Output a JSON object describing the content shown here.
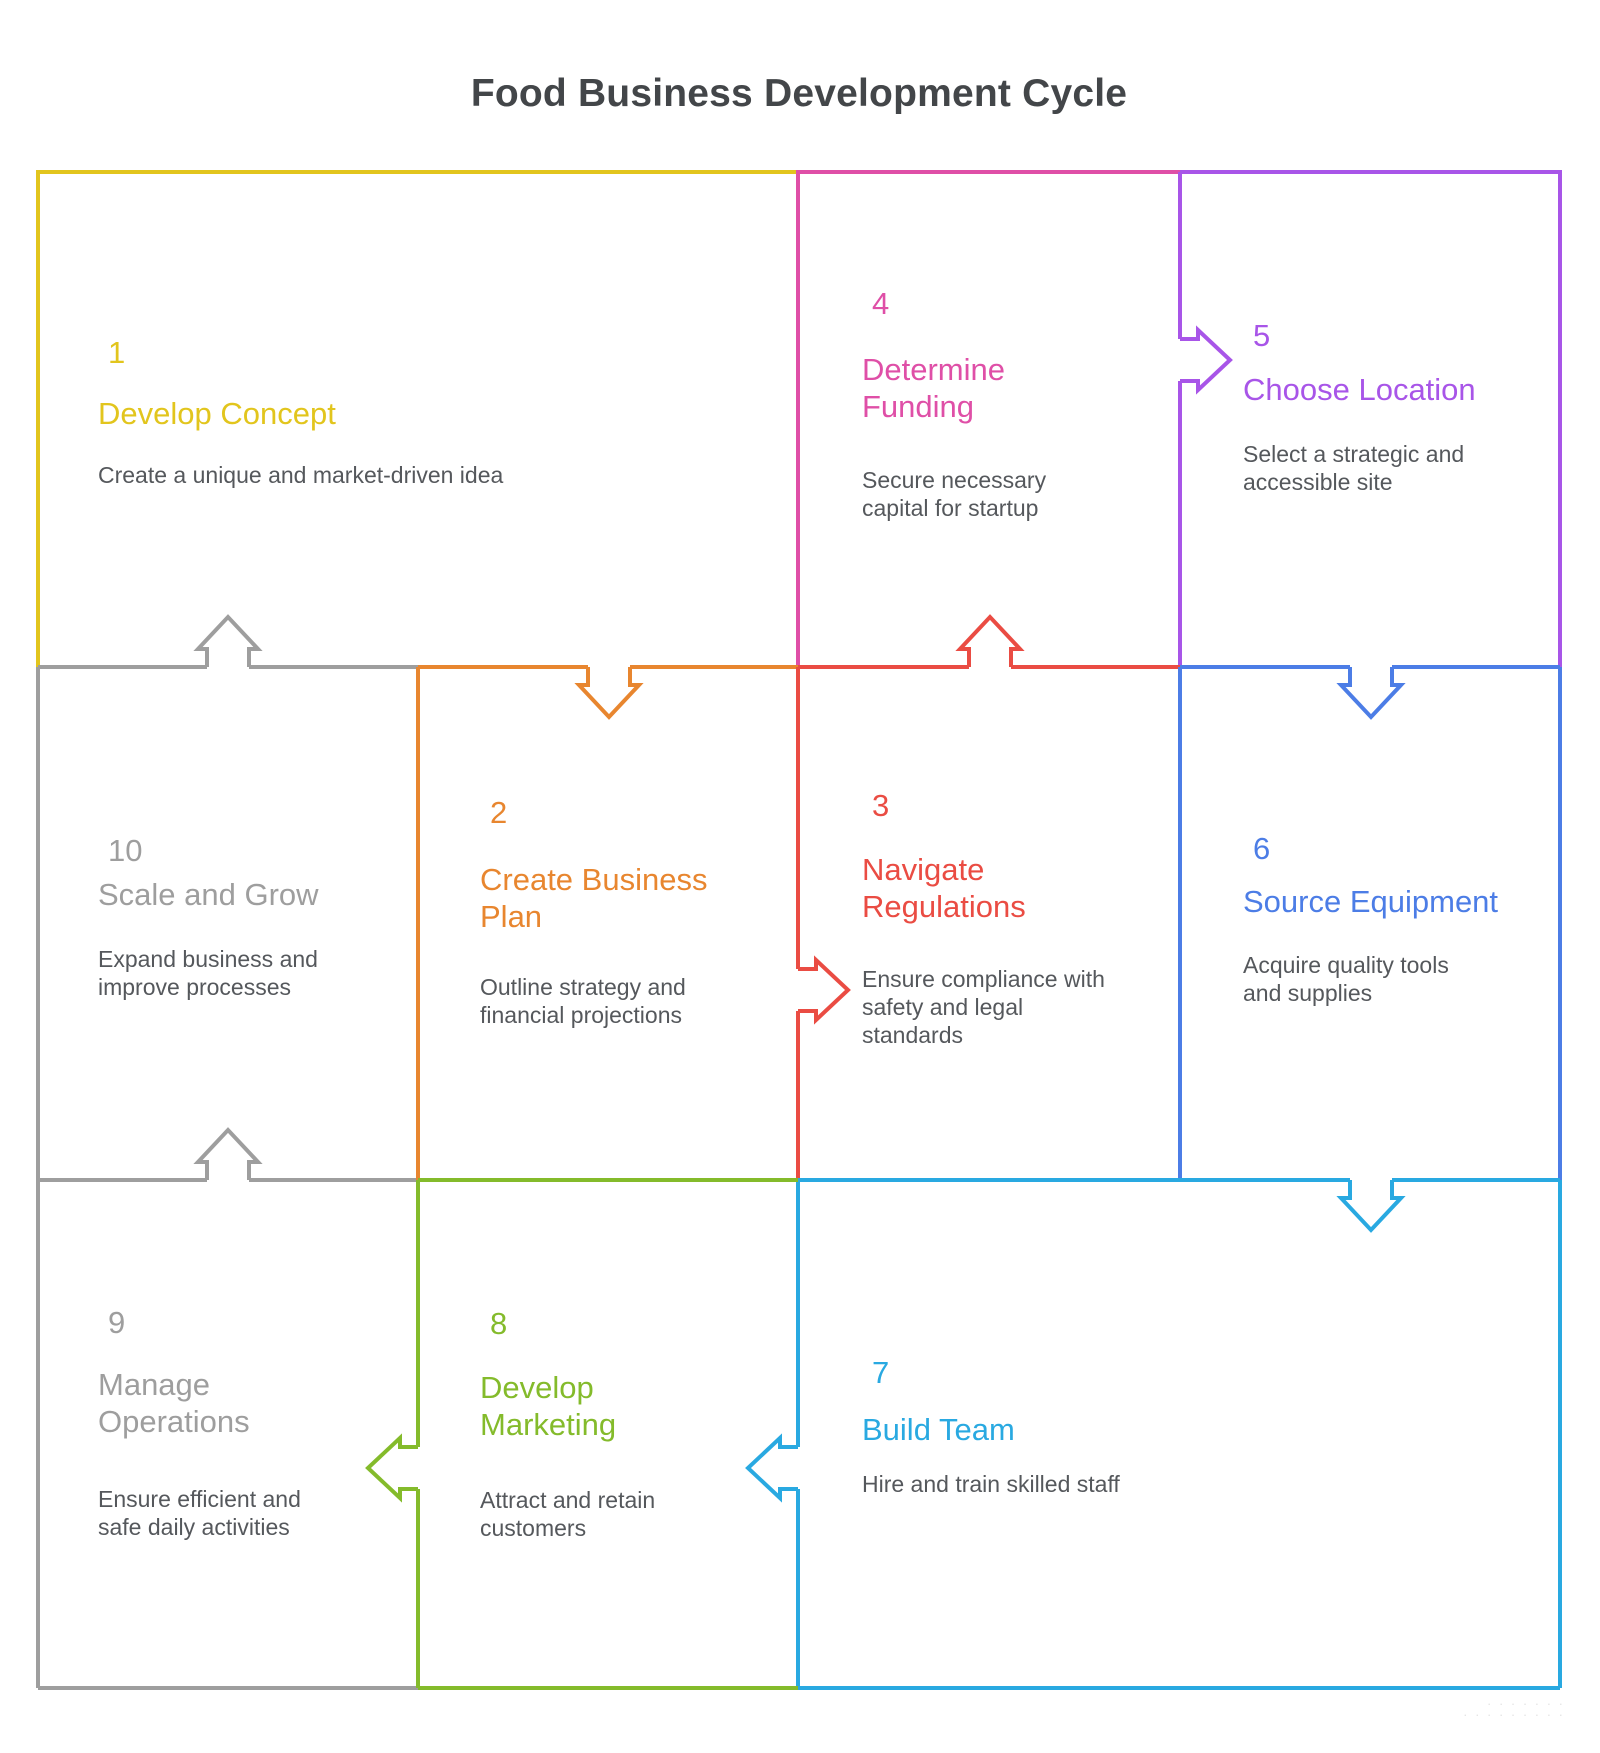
{
  "page_title": "Food Business Development Cycle",
  "text_colors": {
    "heading": "#434649",
    "description": "#55585C"
  },
  "cells": [
    {
      "number": "1",
      "title": "Develop Concept",
      "description": "Create a unique and market-driven idea",
      "color": "#E2C51D"
    },
    {
      "number": "2",
      "title": "Create Business\nPlan",
      "description": "Outline strategy and\nfinancial projections",
      "color": "#E8862F"
    },
    {
      "number": "3",
      "title": "Navigate\nRegulations",
      "description": "Ensure compliance with\nsafety and legal\nstandards",
      "color": "#EA4C43"
    },
    {
      "number": "4",
      "title": "Determine\nFunding",
      "description": "Secure necessary\ncapital for startup",
      "color": "#DF4FA7"
    },
    {
      "number": "5",
      "title": "Choose Location",
      "description": "Select a strategic and\naccessible site",
      "color": "#A855E8"
    },
    {
      "number": "6",
      "title": "Source Equipment",
      "description": "Acquire quality tools\nand supplies",
      "color": "#4C7DE6"
    },
    {
      "number": "7",
      "title": "Build Team",
      "description": "Hire and train skilled staff",
      "color": "#29A9E1"
    },
    {
      "number": "8",
      "title": "Develop\nMarketing",
      "description": "Attract and retain\ncustomers",
      "color": "#84BB2B"
    },
    {
      "number": "9",
      "title": "Manage\nOperations",
      "description": "Ensure efficient and\nsafe daily activities",
      "color": "#9E9E9E"
    },
    {
      "number": "10",
      "title": "Scale and Grow",
      "description": "Expand business and\nimprove processes",
      "color": "#9E9E9E"
    }
  ],
  "arrows": [
    {
      "from": "1",
      "to": "2",
      "direction": "down",
      "color": "#E8862F"
    },
    {
      "from": "2",
      "to": "3",
      "direction": "right",
      "color": "#EA4C43"
    },
    {
      "from": "3",
      "to": "4",
      "direction": "up",
      "color": "#EA4C43"
    },
    {
      "from": "4",
      "to": "5",
      "direction": "right",
      "color": "#A855E8"
    },
    {
      "from": "5",
      "to": "6",
      "direction": "down",
      "color": "#4C7DE6"
    },
    {
      "from": "6",
      "to": "7",
      "direction": "down",
      "color": "#29A9E1"
    },
    {
      "from": "7",
      "to": "8",
      "direction": "left",
      "color": "#29A9E1"
    },
    {
      "from": "8",
      "to": "9",
      "direction": "left",
      "color": "#84BB2B"
    },
    {
      "from": "9",
      "to": "10",
      "direction": "up",
      "color": "#9E9E9E"
    },
    {
      "from": "10",
      "to": "1",
      "direction": "up",
      "color": "#9E9E9E"
    }
  ],
  "watermark_dots": "· · · · · · ·\n· · · · · · · · ·"
}
